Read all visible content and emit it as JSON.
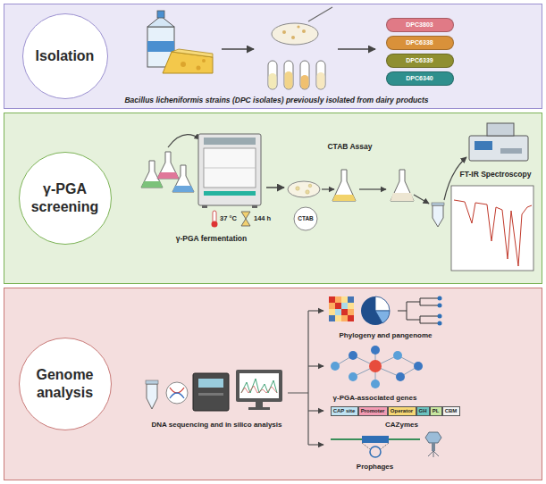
{
  "diagram": {
    "nodes": [
      {
        "text": [
          "Bacillus licheniformis strains (DPC isolates) previously isolated from dairy products"
        ]
      },
      {
        "text": [
          "Isolation"
        ],
        "in": 0
      },
      {
        "text": [
          "DPC3803"
        ],
        "in": 0
      },
      {
        "text": [
          "DPC6338"
        ],
        "in": 0
      },
      {
        "text": [
          "DPC6339"
        ],
        "in": 0
      },
      {
        "text": [
          "DPC6340"
        ],
        "in": 0
      },
      {
        "text": [
          "γ-PGA fermentation",
          "CTAB Assay",
          "FT-IR Spectroscopy"
        ]
      },
      {
        "text": [
          "γ-PGA screening"
        ],
        "in": 6
      },
      {
        "text": [
          "DNA sequencing and in silico analysis",
          "Phylogeny and pangenome",
          "γ-PGA-associated genes",
          "CAZymes",
          "Prophages"
        ]
      },
      {
        "text": [
          "Genome analysis"
        ],
        "in": 8
      },
      {
        "text": [
          "CAP site"
        ],
        "in": 8
      },
      {
        "text": [
          "Promoter"
        ],
        "in": 8
      },
      {
        "text": [
          "Operator"
        ],
        "in": 8
      },
      {
        "text": [
          "GH"
        ],
        "in": 8
      },
      {
        "text": [
          "PL"
        ],
        "in": 8
      },
      {
        "text": [
          "CBM"
        ],
        "in": 8
      }
    ],
    "labels": [
      "37 °C",
      "144 h",
      "CTAB"
    ]
  }
}
